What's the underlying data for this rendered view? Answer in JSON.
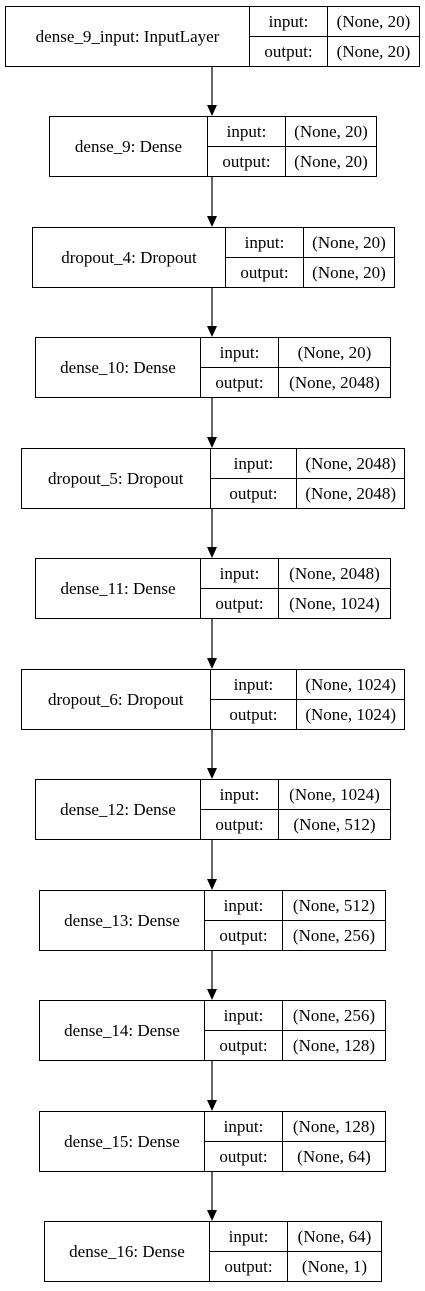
{
  "port_labels": {
    "input": "input:",
    "output": "output:"
  },
  "layers": [
    {
      "name": "dense_9_input: InputLayer",
      "input": "(None, 20)",
      "output": "(None, 20)"
    },
    {
      "name": "dense_9: Dense",
      "input": "(None, 20)",
      "output": "(None, 20)"
    },
    {
      "name": "dropout_4: Dropout",
      "input": "(None, 20)",
      "output": "(None, 20)"
    },
    {
      "name": "dense_10: Dense",
      "input": "(None, 20)",
      "output": "(None, 2048)"
    },
    {
      "name": "dropout_5: Dropout",
      "input": "(None, 2048)",
      "output": "(None, 2048)"
    },
    {
      "name": "dense_11: Dense",
      "input": "(None, 2048)",
      "output": "(None, 1024)"
    },
    {
      "name": "dropout_6: Dropout",
      "input": "(None, 1024)",
      "output": "(None, 1024)"
    },
    {
      "name": "dense_12: Dense",
      "input": "(None, 1024)",
      "output": "(None, 512)"
    },
    {
      "name": "dense_13: Dense",
      "input": "(None, 512)",
      "output": "(None, 256)"
    },
    {
      "name": "dense_14: Dense",
      "input": "(None, 256)",
      "output": "(None, 128)"
    },
    {
      "name": "dense_15: Dense",
      "input": "(None, 128)",
      "output": "(None, 64)"
    },
    {
      "name": "dense_16: Dense",
      "input": "(None, 64)",
      "output": "(None, 1)"
    }
  ]
}
